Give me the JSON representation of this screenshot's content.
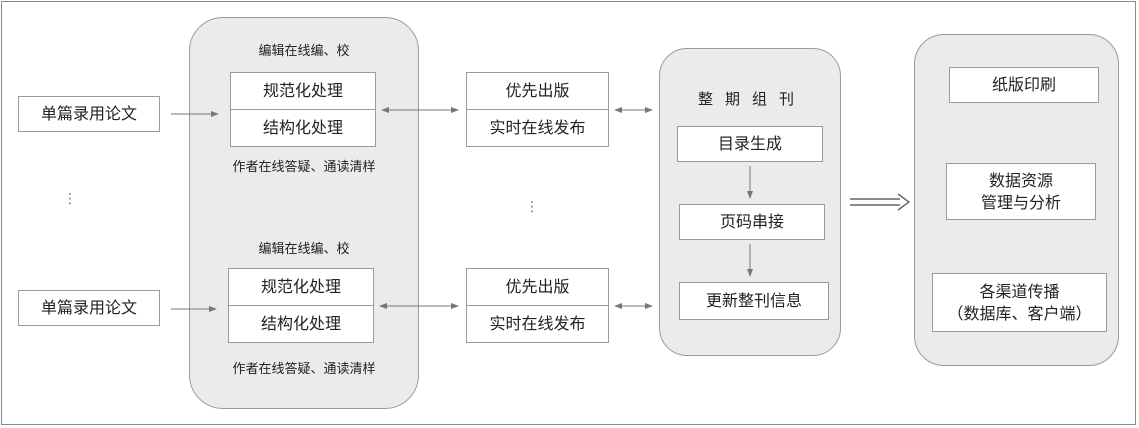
{
  "inputs": {
    "paper_top": "单篇录用论文",
    "paper_bottom": "单篇录用论文",
    "ellipsis": "⋮"
  },
  "processing": {
    "top": {
      "header": "编辑在线编、校",
      "normalize": "规范化处理",
      "structure": "结构化处理",
      "footer": "作者在线答疑、通读清样"
    },
    "bottom": {
      "header": "编辑在线编、校",
      "normalize": "规范化处理",
      "structure": "结构化处理",
      "footer": "作者在线答疑、通读清样"
    }
  },
  "publishing": {
    "top": {
      "priority": "优先出版",
      "realtime": "实时在线发布"
    },
    "bottom": {
      "priority": "优先出版",
      "realtime": "实时在线发布"
    },
    "ellipsis": "⋮"
  },
  "issue": {
    "title": "整期组刊",
    "steps": [
      "目录生成",
      "页码串接",
      "更新整刊信息"
    ]
  },
  "outputs": {
    "print": "纸版印刷",
    "data_line1": "数据资源",
    "data_line2": "管理与分析",
    "channels_line1": "各渠道传播",
    "channels_line2": "（数据库、客户端）"
  }
}
